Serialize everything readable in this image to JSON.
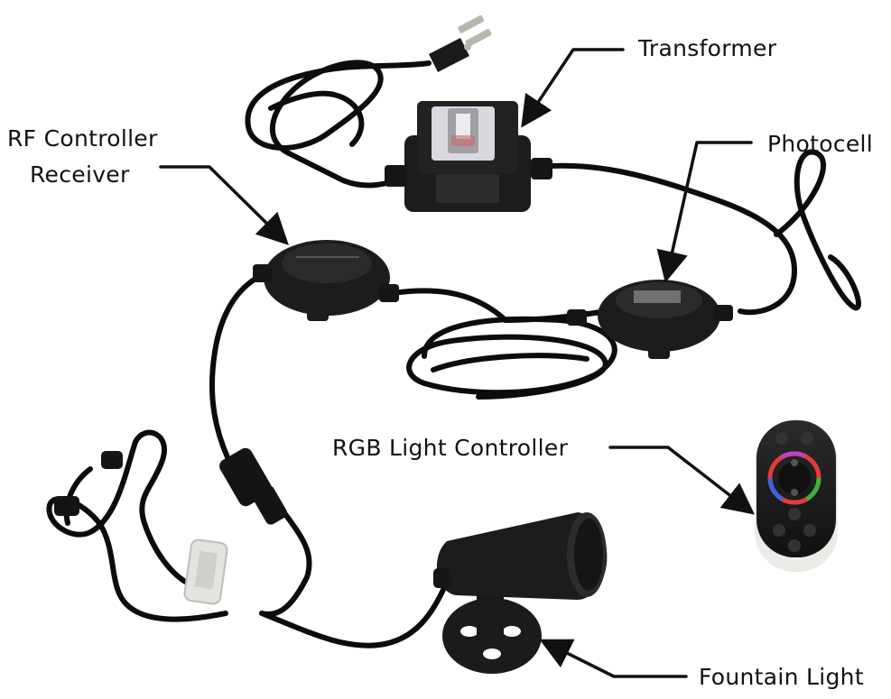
{
  "labels": {
    "transformer": "Transformer",
    "rf_line1": "RF Controller",
    "rf_line2": "Receiver",
    "photocell": "Photocell",
    "rgb": "RGB Light Controller",
    "fountain": "Fountain Light"
  },
  "colors": {
    "background": "#ffffff",
    "device": "#1c1c1c",
    "cable": "#0c0c0c",
    "remote_body": "#1a1a1a",
    "remote_base": "#ecebe8",
    "arrow": "#111111"
  },
  "icons": [
    "plug-icon",
    "transformer-icon",
    "rf-receiver-icon",
    "photocell-icon",
    "remote-icon",
    "fountain-light-icon"
  ]
}
